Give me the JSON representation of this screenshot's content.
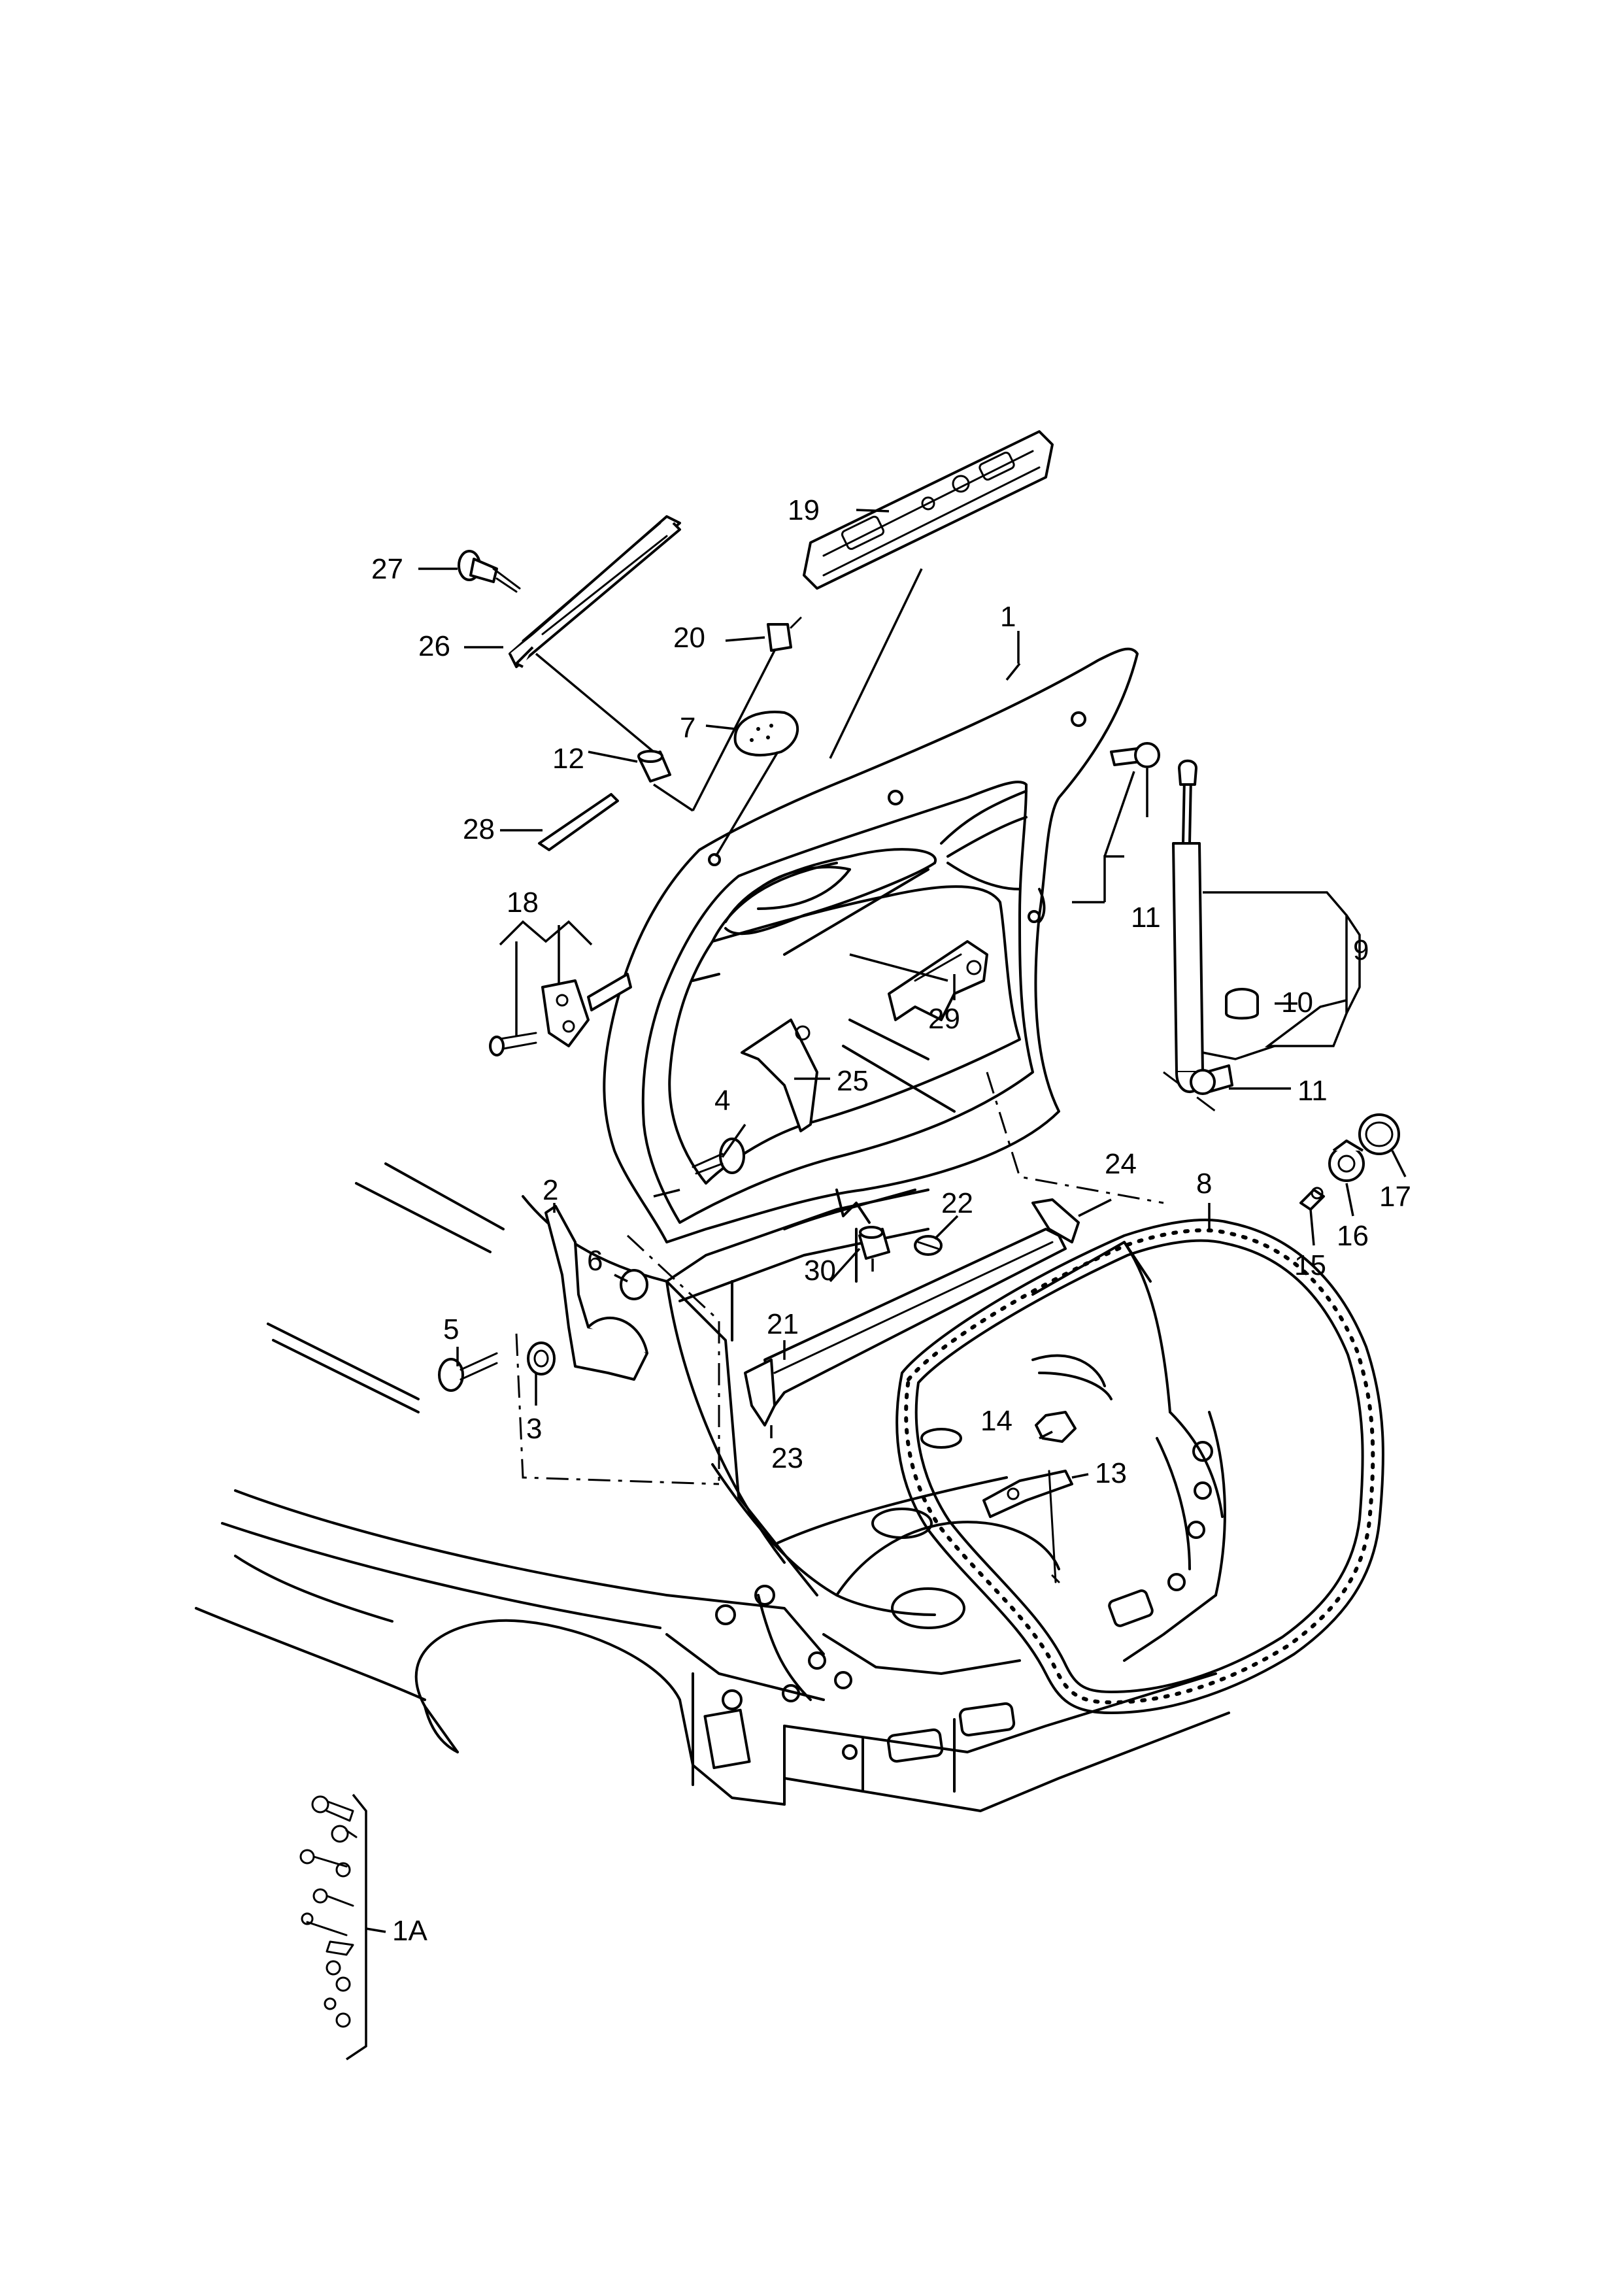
{
  "diagram": {
    "type": "exploded-parts-diagram",
    "callouts": [
      {
        "id": "c1",
        "label": "1"
      },
      {
        "id": "c1A",
        "label": "1A"
      },
      {
        "id": "c2",
        "label": "2"
      },
      {
        "id": "c3",
        "label": "3"
      },
      {
        "id": "c4",
        "label": "4"
      },
      {
        "id": "c5",
        "label": "5"
      },
      {
        "id": "c6",
        "label": "6"
      },
      {
        "id": "c7",
        "label": "7"
      },
      {
        "id": "c8",
        "label": "8"
      },
      {
        "id": "c9",
        "label": "9"
      },
      {
        "id": "c10",
        "label": "10"
      },
      {
        "id": "c11a",
        "label": "11"
      },
      {
        "id": "c11b",
        "label": "11"
      },
      {
        "id": "c12",
        "label": "12"
      },
      {
        "id": "c13",
        "label": "13"
      },
      {
        "id": "c14",
        "label": "14"
      },
      {
        "id": "c15",
        "label": "15"
      },
      {
        "id": "c16",
        "label": "16"
      },
      {
        "id": "c17",
        "label": "17"
      },
      {
        "id": "c18",
        "label": "18"
      },
      {
        "id": "c19",
        "label": "19"
      },
      {
        "id": "c20",
        "label": "20"
      },
      {
        "id": "c21",
        "label": "21"
      },
      {
        "id": "c22",
        "label": "22"
      },
      {
        "id": "c23",
        "label": "23"
      },
      {
        "id": "c24",
        "label": "24"
      },
      {
        "id": "c25",
        "label": "25"
      },
      {
        "id": "c26",
        "label": "26"
      },
      {
        "id": "c27",
        "label": "27"
      },
      {
        "id": "c28",
        "label": "28"
      },
      {
        "id": "c29",
        "label": "29"
      },
      {
        "id": "c30",
        "label": "30"
      }
    ]
  }
}
